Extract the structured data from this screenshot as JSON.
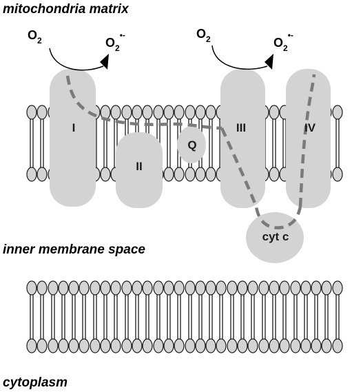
{
  "labels": {
    "matrix": "mitochondria matrix",
    "ims": "inner membrane space",
    "cytoplasm": "cytoplasm"
  },
  "oxygen": {
    "base": "O",
    "sub": "2",
    "charge": "•-"
  },
  "complexes": {
    "c1": "I",
    "c2": "II",
    "q": "Q",
    "c3": "III",
    "c4": "IV",
    "cytc": "cyt c"
  },
  "colors": {
    "protein": "#d3d3d3",
    "lipid_head": "#d4d4d4",
    "electron_path": "#7a7a7a",
    "line": "#1a1a1a"
  }
}
